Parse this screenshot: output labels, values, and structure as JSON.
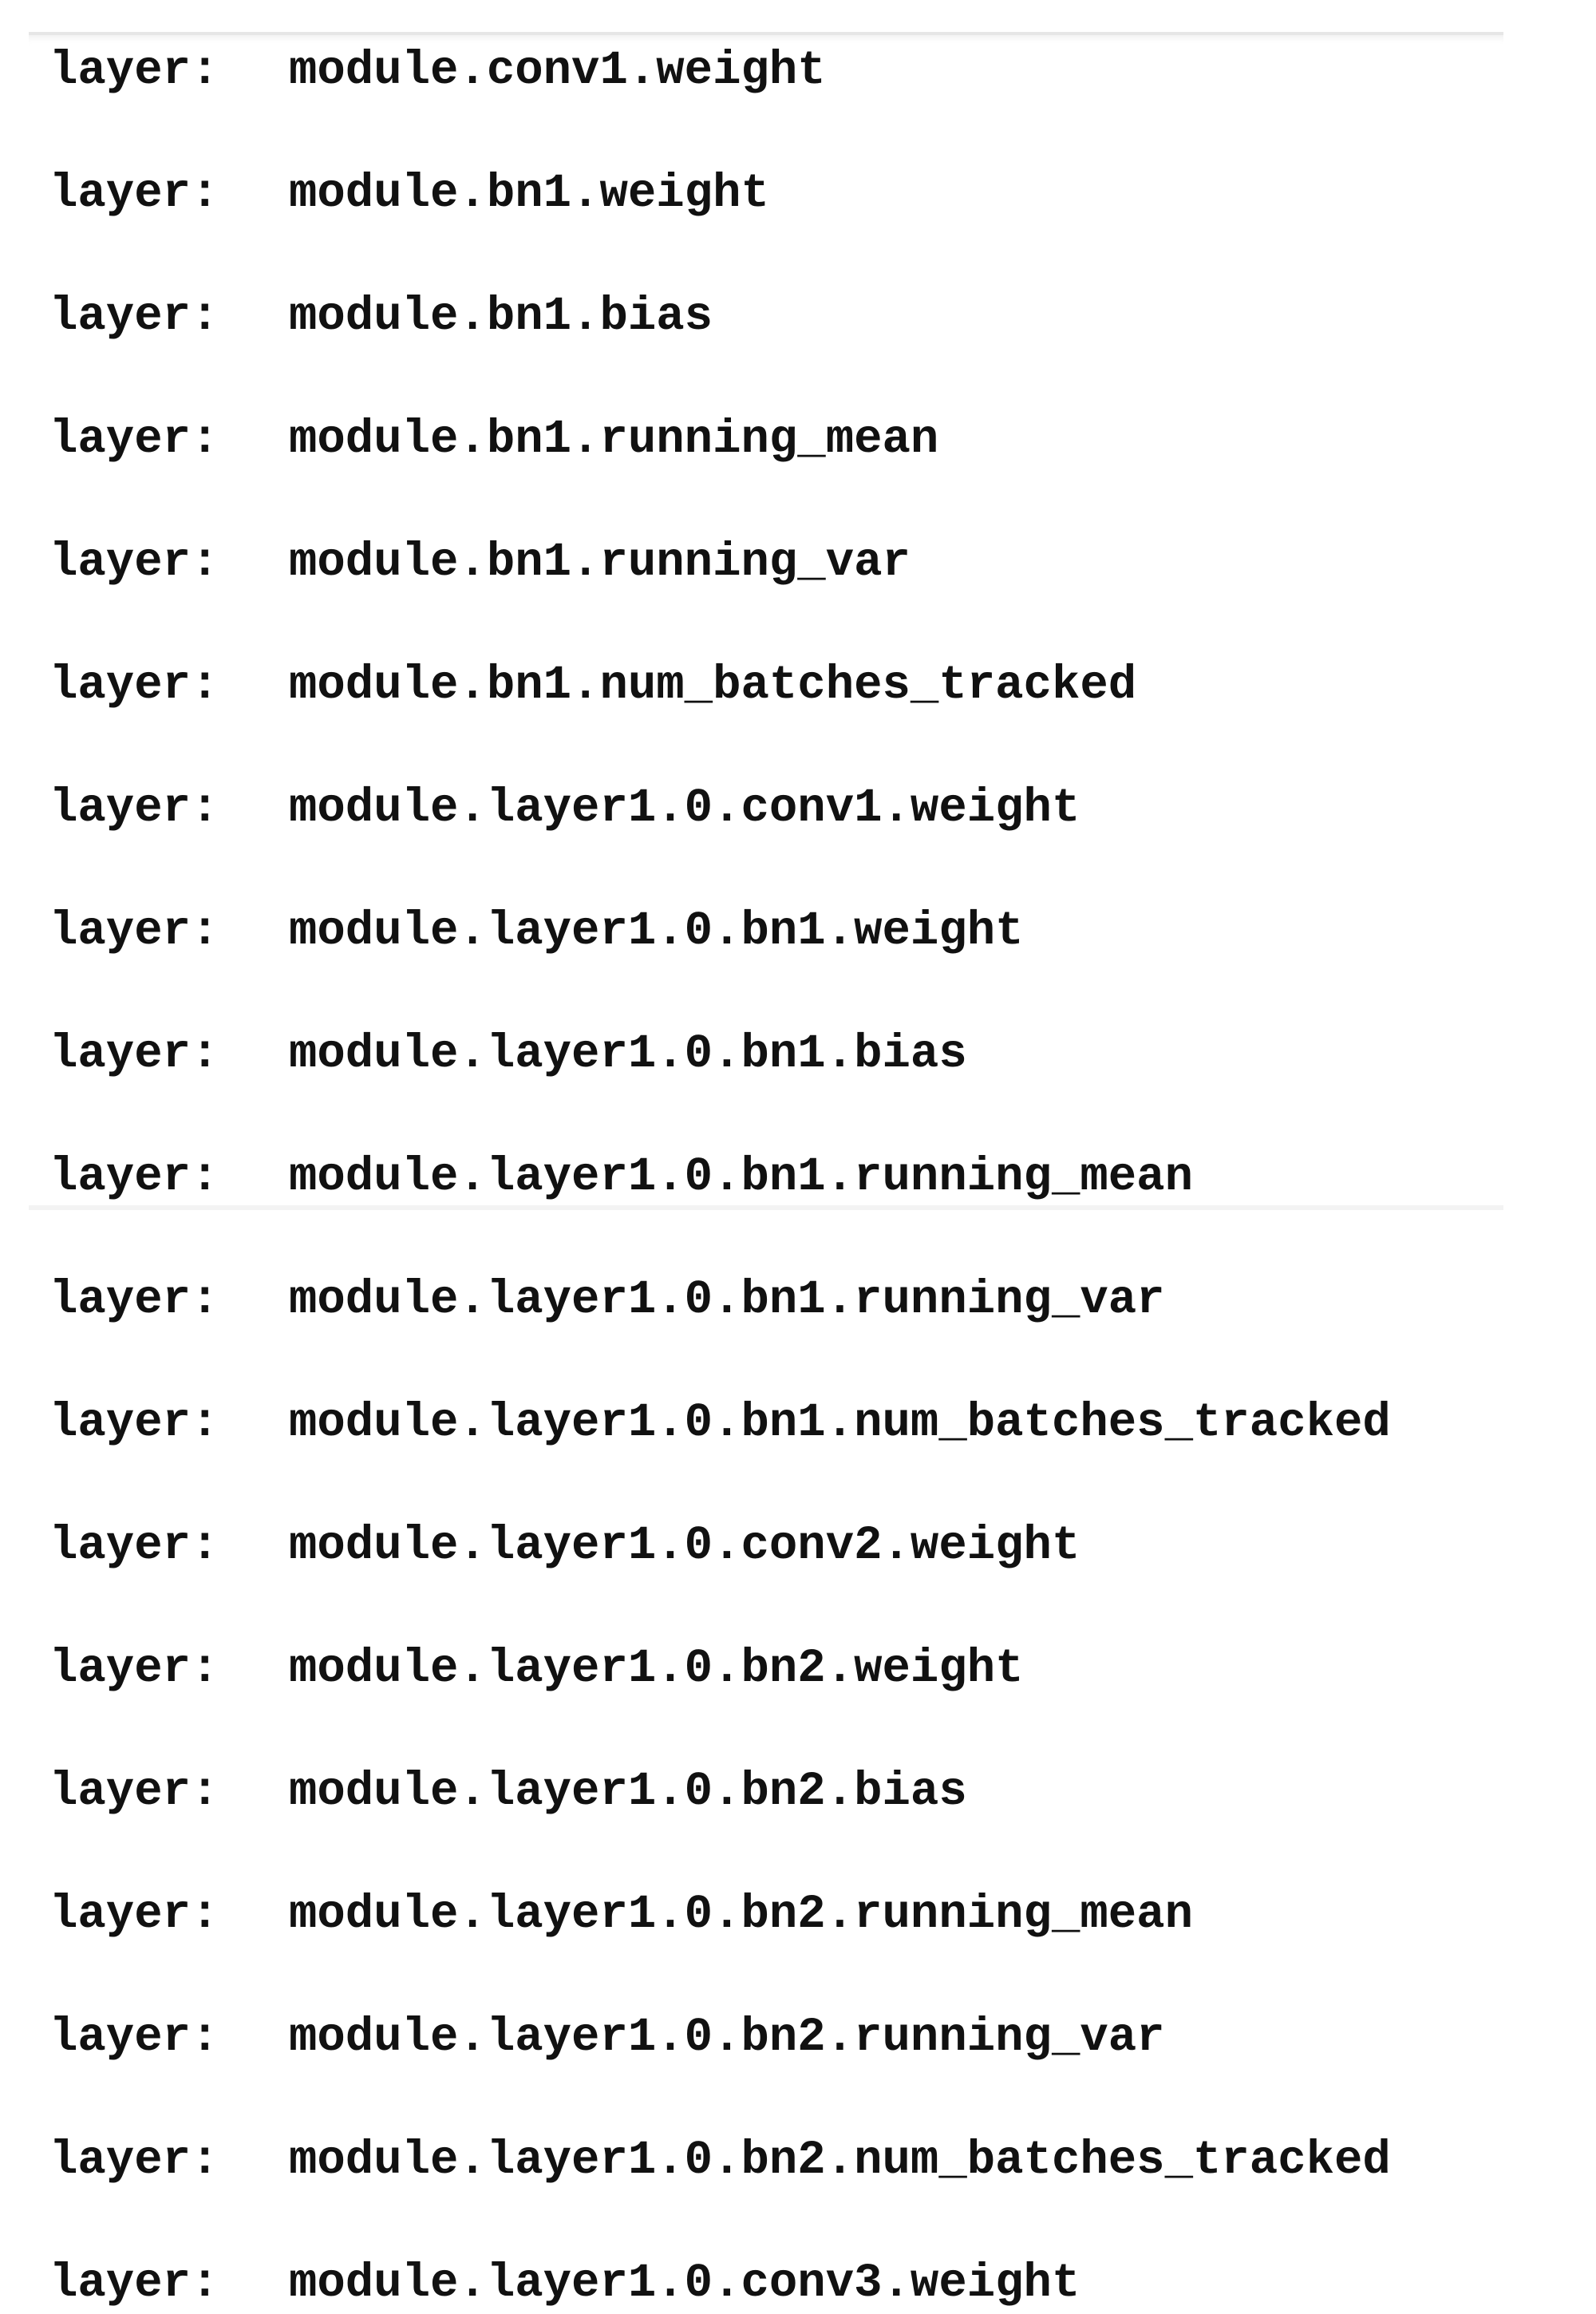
{
  "output": {
    "lines": [
      {
        "prefix": "layer:",
        "name": "module.conv1.weight"
      },
      {
        "prefix": "layer:",
        "name": "module.bn1.weight"
      },
      {
        "prefix": "layer:",
        "name": "module.bn1.bias"
      },
      {
        "prefix": "layer:",
        "name": "module.bn1.running_mean"
      },
      {
        "prefix": "layer:",
        "name": "module.bn1.running_var"
      },
      {
        "prefix": "layer:",
        "name": "module.bn1.num_batches_tracked"
      },
      {
        "prefix": "layer:",
        "name": "module.layer1.0.conv1.weight"
      },
      {
        "prefix": "layer:",
        "name": "module.layer1.0.bn1.weight"
      },
      {
        "prefix": "layer:",
        "name": "module.layer1.0.bn1.bias"
      },
      {
        "prefix": "layer:",
        "name": "module.layer1.0.bn1.running_mean"
      },
      {
        "prefix": "layer:",
        "name": "module.layer1.0.bn1.running_var"
      },
      {
        "prefix": "layer:",
        "name": "module.layer1.0.bn1.num_batches_tracked"
      },
      {
        "prefix": "layer:",
        "name": "module.layer1.0.conv2.weight"
      },
      {
        "prefix": "layer:",
        "name": "module.layer1.0.bn2.weight"
      },
      {
        "prefix": "layer:",
        "name": "module.layer1.0.bn2.bias"
      },
      {
        "prefix": "layer:",
        "name": "module.layer1.0.bn2.running_mean"
      },
      {
        "prefix": "layer:",
        "name": "module.layer1.0.bn2.running_var"
      },
      {
        "prefix": "layer:",
        "name": "module.layer1.0.bn2.num_batches_tracked"
      },
      {
        "prefix": "layer:",
        "name": "module.layer1.0.conv3.weight"
      }
    ]
  },
  "colors": {
    "text": "#111111",
    "background": "#ffffff",
    "top_border": "#e6e6e6"
  }
}
